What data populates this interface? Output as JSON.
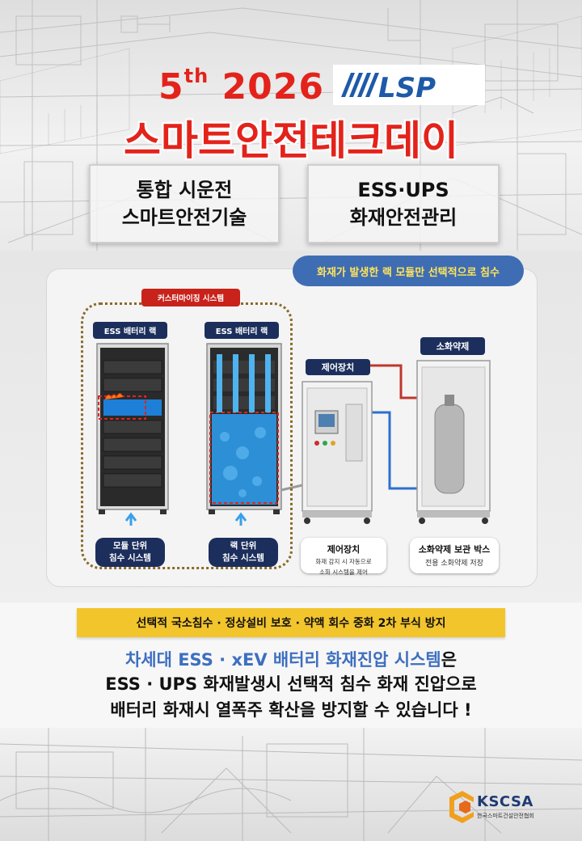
{
  "title": {
    "edition": "5",
    "edition_suffix": "th",
    "year": "2026",
    "brand_logo": "LSP",
    "event_name": "스마트안전테크데이"
  },
  "topics": [
    {
      "line1": "통합 시운전",
      "line2": "스마트안전기술"
    },
    {
      "line1": "ESS·UPS",
      "line2": "화재안전관리"
    }
  ],
  "diagram": {
    "headline_pill": "화재가 발생한 랙 모듈만 선택적으로 침수",
    "custom_tag": "커스터마이징 시스템",
    "rack_tag_1": "ESS 배터리 랙",
    "rack_tag_2": "ESS 배터리 랙",
    "control_tag": "제어장치",
    "extinguisher_tag": "소화약제",
    "pill_module": {
      "line1": "모듈 단위",
      "line2": "침수 시스템"
    },
    "pill_rack": {
      "line1": "랙 단위",
      "line2": "침수 시스템"
    },
    "card_control": {
      "title": "제어장치",
      "sub1": "화재 감지 시 자동으로",
      "sub2": "소화 시스템을 제어"
    },
    "card_extinguisher": {
      "title": "소화약제 보관 박스",
      "sub": "전용 소화약제 저장"
    }
  },
  "banner": "선택적 국소침수 · 정상설비 보호 · 약액 회수 중화 2차 부식 방지",
  "description": {
    "line1_highlight": "차세대 ESS · xEV 배터리 화재진압 시스템",
    "line1_rest": "은",
    "line2": "ESS · UPS 화재발생시 선택적 침수 화재 진압으로",
    "line3": "배터리 화재시 열폭주 확산을 방지할 수 있습니다 !"
  },
  "footer_logo": {
    "name": "KSCSA",
    "sub": "한국스마트건설안전협회"
  },
  "colors": {
    "title_red": "#e3231b",
    "navy": "#1c2f5c",
    "pill_blue": "#3f6db3",
    "banner_yellow": "#f3c52c",
    "highlight_blue": "#3e6fc0"
  }
}
